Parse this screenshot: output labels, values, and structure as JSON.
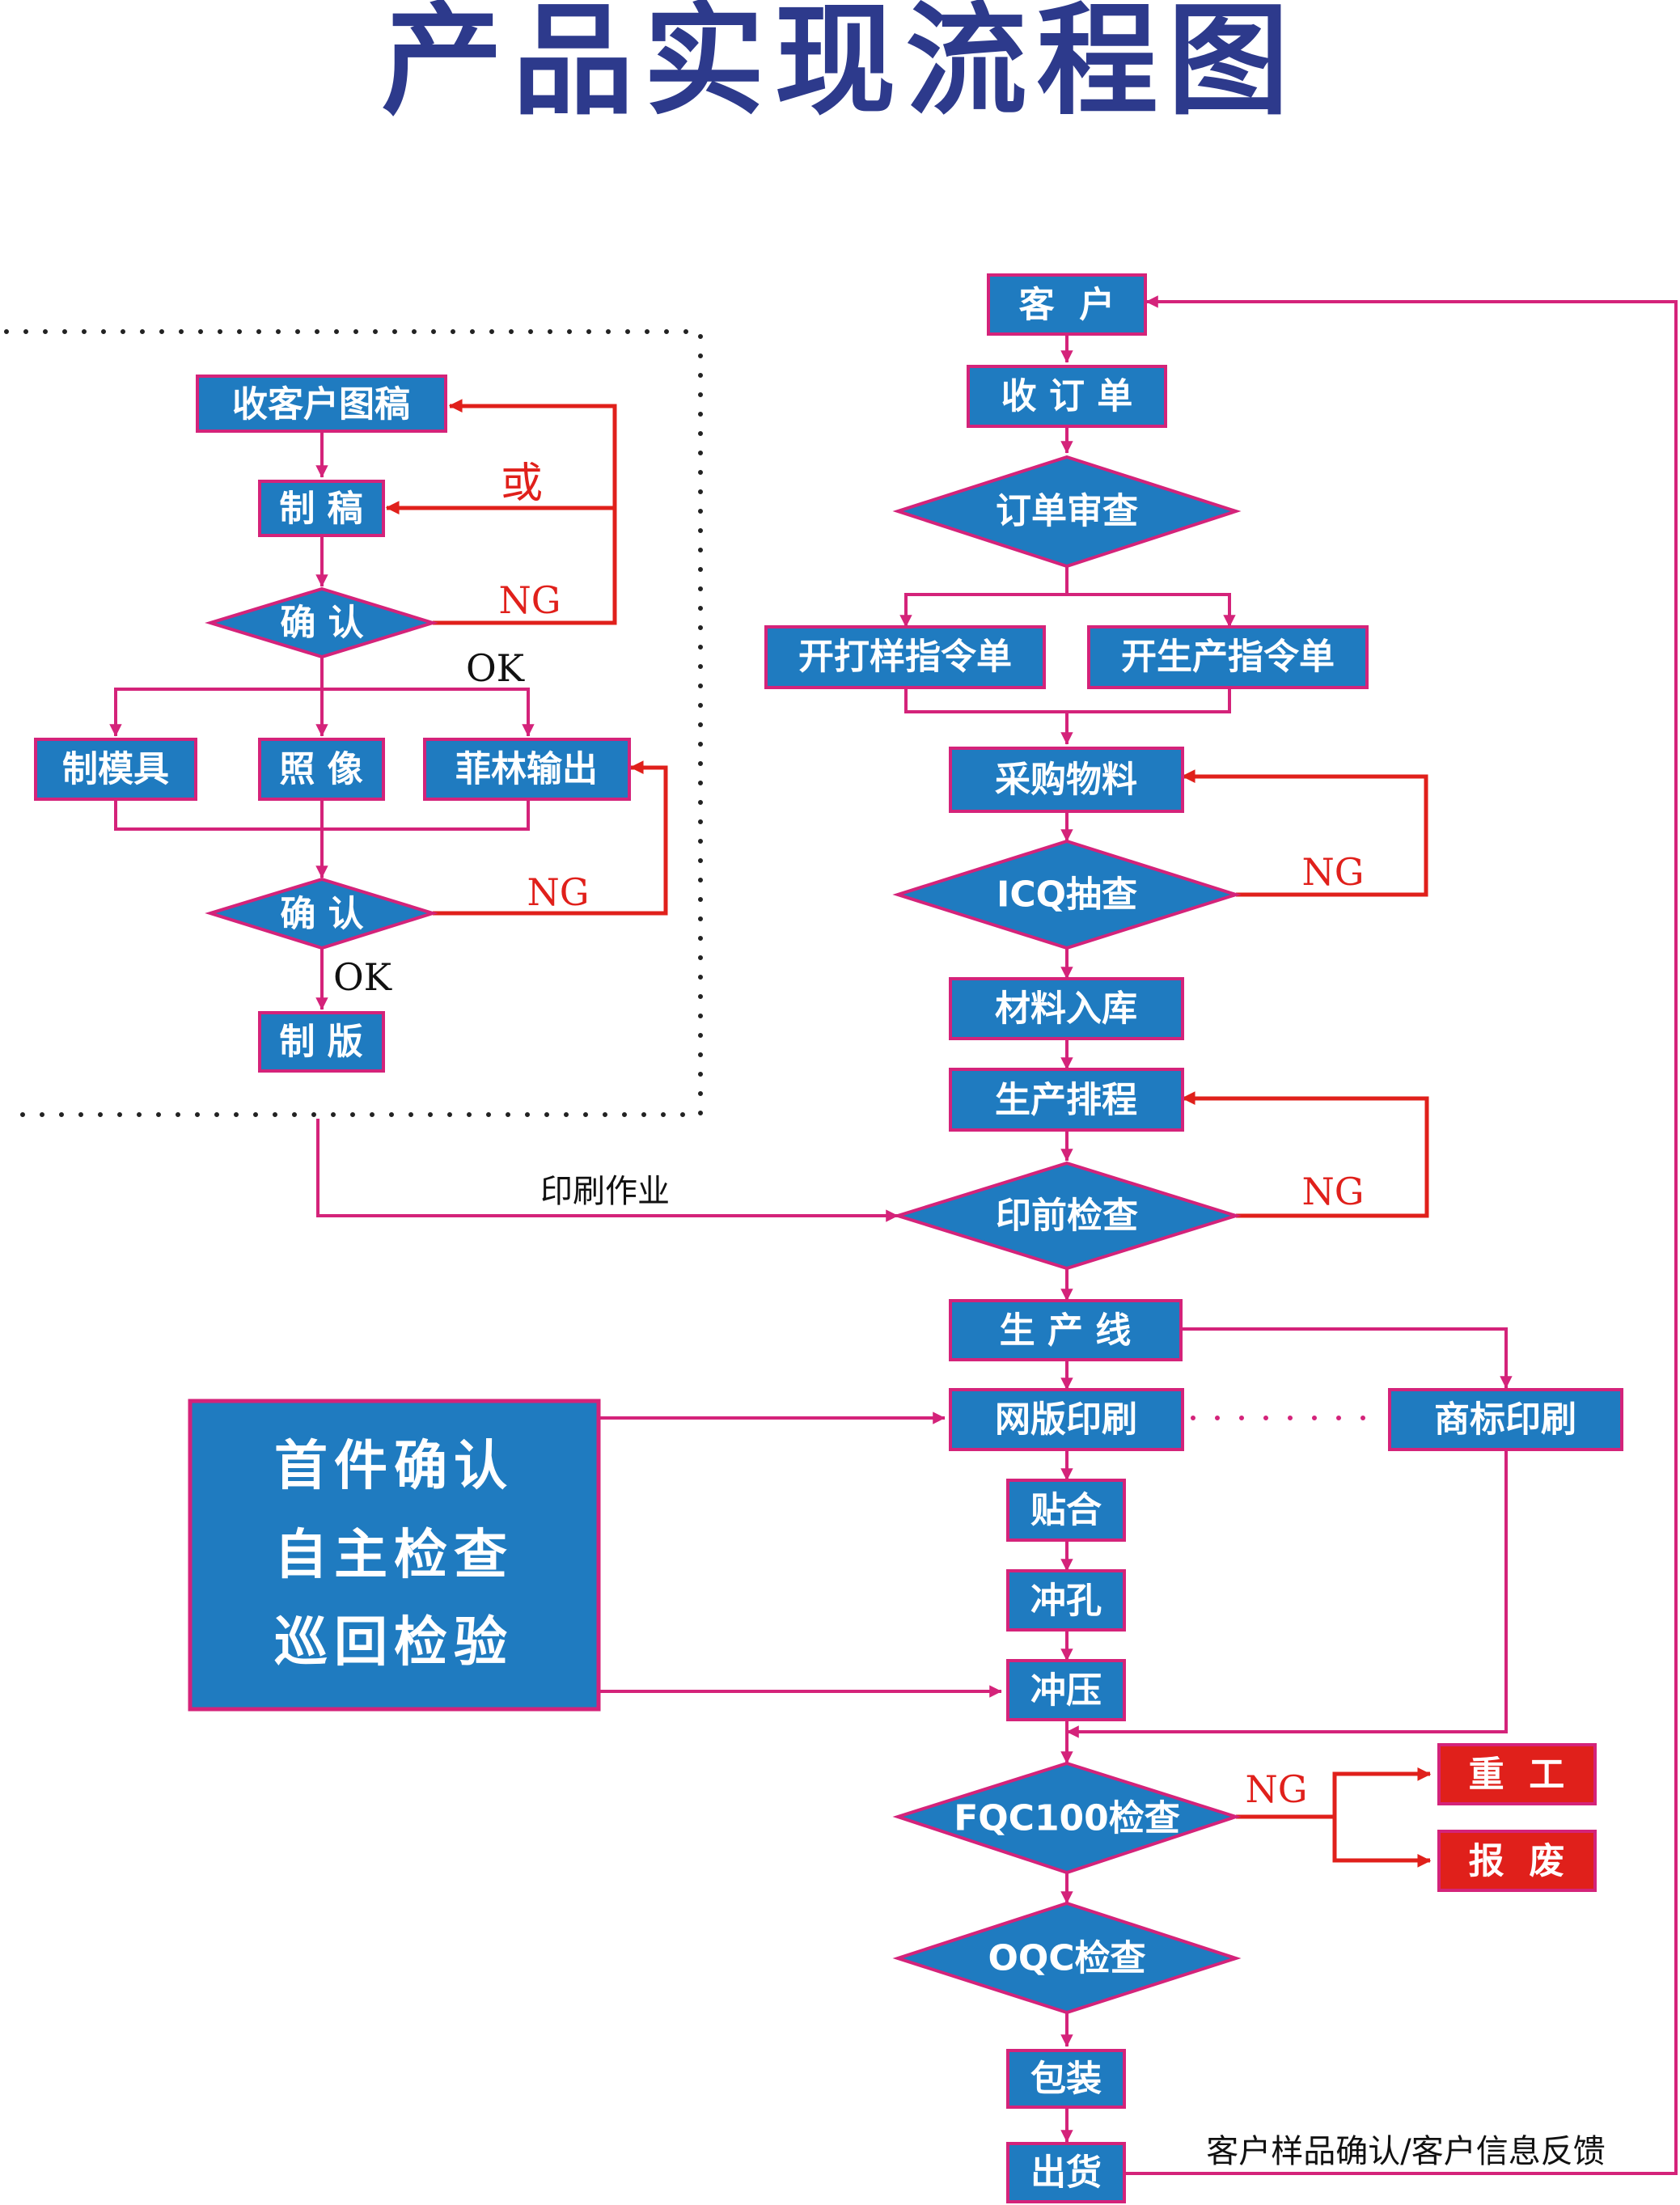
{
  "title": "产品实现流程图",
  "nodes": {
    "kehu": "客  户",
    "shoudingdan": "收 订 单",
    "dingdanshencha": "订单审查",
    "kaidayang": "开打样指令单",
    "kaishengchan": "开生产指令单",
    "caigou": "采购物料",
    "icq": "ICQ抽查",
    "cailiaoruku": "材料入库",
    "shengchanpaicheng": "生产排程",
    "yinqianjiancha": "印前检查",
    "shengchanxian": "生 产 线",
    "wangbanyinshua": "网版印刷",
    "shangbiaoyinshua": "商标印刷",
    "tiehe": "贴合",
    "chongkong": "冲孔",
    "chongya": "冲压",
    "fqc": "FQC100检查",
    "chonggong": "重  工",
    "baofei": "报  废",
    "oqc": "OQC检查",
    "baozhuang": "包装",
    "chuhuo": "出货",
    "shoukehutugao": "收客户图稿",
    "zhigao": "制 稿",
    "queren1": "确 认",
    "zhimoju": "制模具",
    "zhaoxiang": "照 像",
    "feilinshuchu": "菲林输出",
    "queren2": "确 认",
    "zhiban": "制 版"
  },
  "quality_box": [
    "首件确认",
    "自主检查",
    "巡回检验"
  ],
  "labels": {
    "huo": "或",
    "ng": "NG",
    "ok": "OK",
    "yinshuazuoye": "印刷作业",
    "feedback": "客户样品确认/客户信息反馈"
  }
}
